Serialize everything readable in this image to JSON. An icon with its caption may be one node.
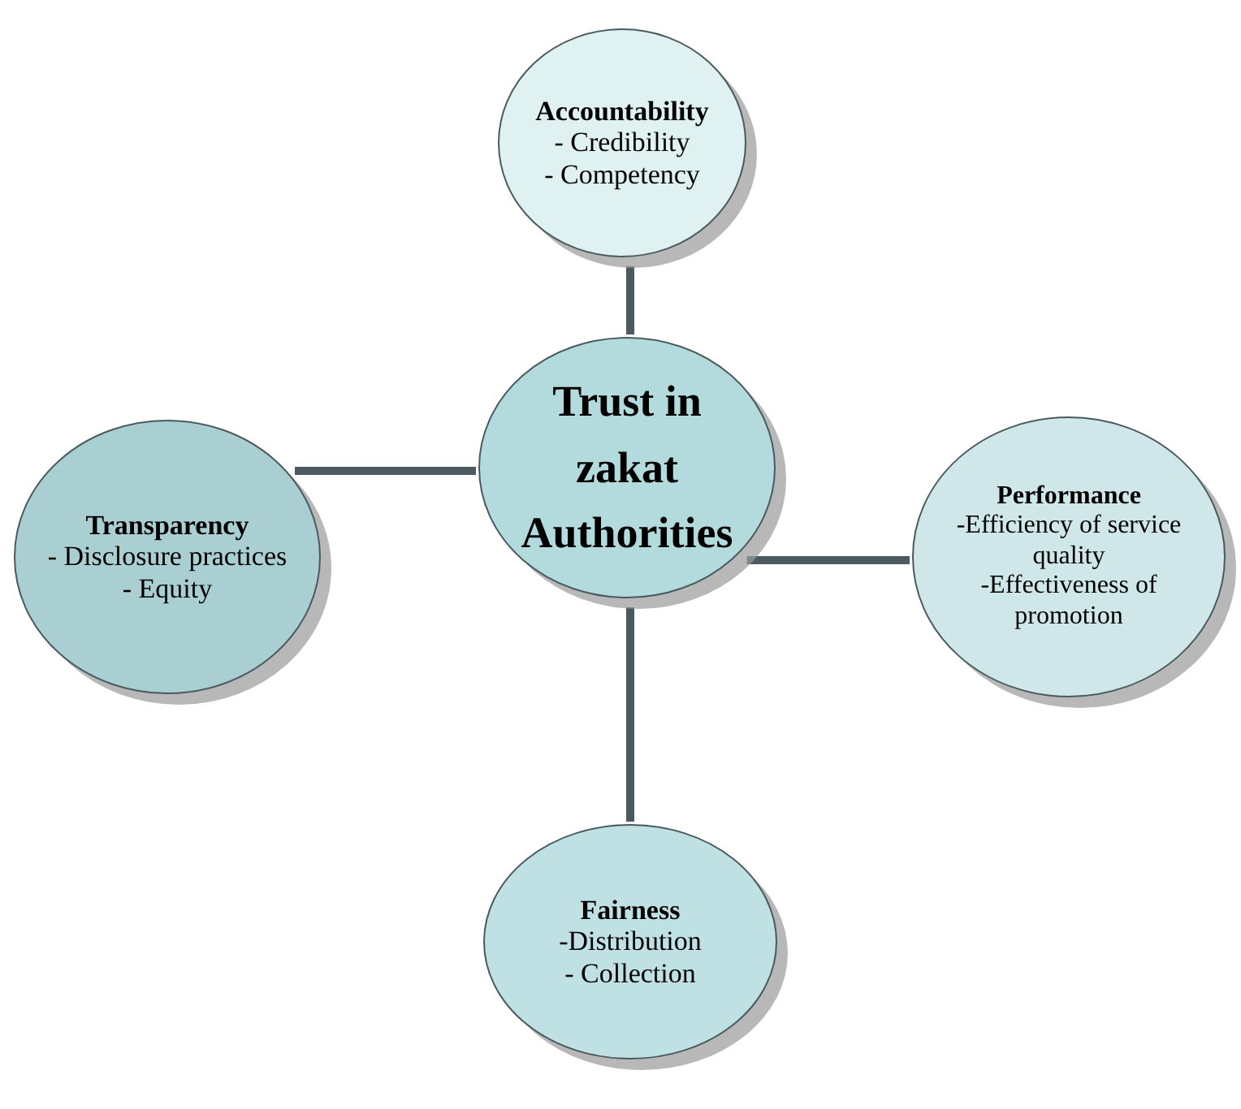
{
  "diagram": {
    "nodes": [
      {
        "text": [
          "Trust in zakat Authorities"
        ]
      },
      {
        "text": [
          "Accountability",
          "- Credibility",
          "- Competency"
        ]
      },
      {
        "text": [
          "Transparency",
          "- Disclosure practices",
          "- Equity"
        ]
      },
      {
        "text": [
          "Performance",
          "-Efficiency of service quality",
          "-Effectiveness of promotion"
        ]
      },
      {
        "text": [
          "Fairness",
          "-Distribution",
          "- Collection"
        ]
      }
    ],
    "edges": [
      {
        "from": 0,
        "to": 1,
        "arrow": "none"
      },
      {
        "from": 2,
        "to": 0,
        "arrow": "none"
      },
      {
        "from": 0,
        "to": 3,
        "arrow": "none"
      },
      {
        "from": 0,
        "to": 4,
        "arrow": "none"
      }
    ]
  }
}
